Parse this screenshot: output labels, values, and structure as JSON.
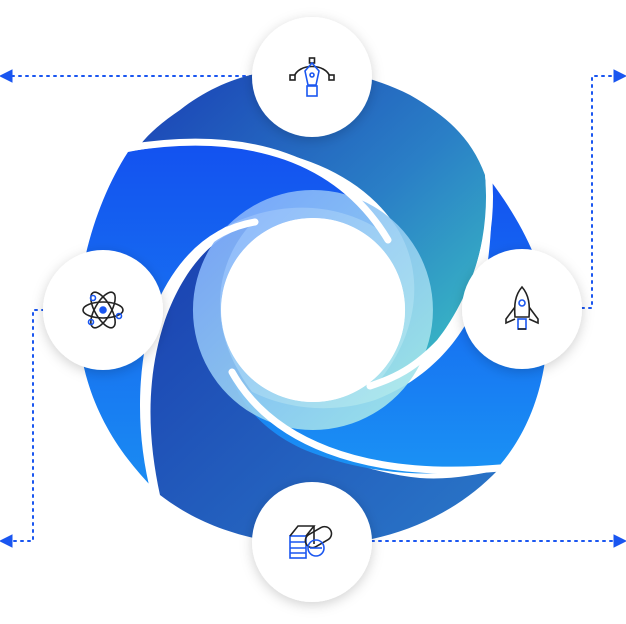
{
  "diagram": {
    "nodes": [
      {
        "id": "top",
        "icon": "pen-tool-icon"
      },
      {
        "id": "right",
        "icon": "rocket-icon"
      },
      {
        "id": "bottom",
        "icon": "pills-icon"
      },
      {
        "id": "left",
        "icon": "atom-icon"
      }
    ],
    "connectors": [
      {
        "from": "top",
        "direction": "left"
      },
      {
        "from": "right",
        "direction": "right"
      },
      {
        "from": "bottom",
        "direction": "right"
      },
      {
        "from": "left",
        "direction": "left"
      }
    ],
    "colors": {
      "primary": "#1a56f0",
      "deep_blue": "#1d4fb8",
      "sky_blue": "#1a8cf2",
      "teal": "#3cc4c4",
      "light_ring": "#9cc4ff",
      "connector": "#1a56f0",
      "icon_dark": "#222222",
      "icon_accent": "#1a56f0"
    }
  }
}
